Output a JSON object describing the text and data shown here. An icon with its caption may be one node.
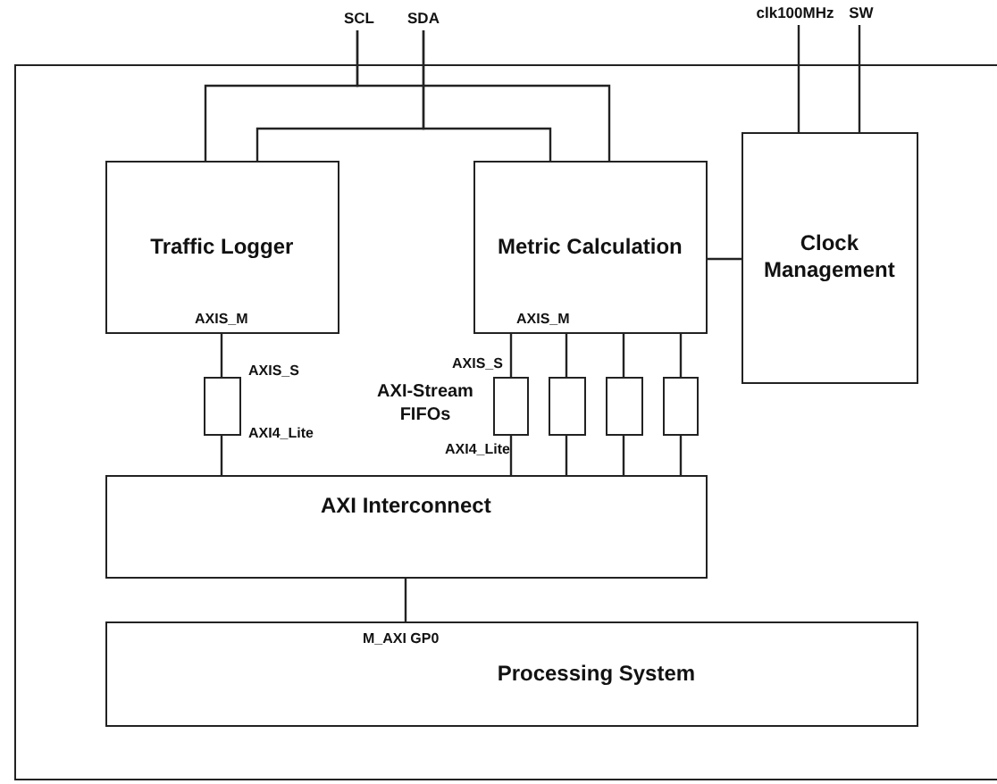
{
  "diagram": {
    "nodes": [
      {
        "text": [],
        "shape": "box"
      },
      {
        "text": [
          "SCL"
        ]
      },
      {
        "text": [
          "SDA"
        ]
      },
      {
        "text": [
          "clk100MHz"
        ]
      },
      {
        "text": [
          "SW"
        ]
      },
      {
        "text": [
          "Traffic Logger"
        ],
        "in": 0
      },
      {
        "text": [
          "Metric Calculation"
        ],
        "in": 0
      },
      {
        "text": [
          "Clock Management"
        ],
        "in": 0
      },
      {
        "text": [],
        "shape": "box",
        "in": 0
      },
      {
        "text": [],
        "shape": "box",
        "in": 0
      },
      {
        "text": [],
        "shape": "box",
        "in": 0
      },
      {
        "text": [],
        "shape": "box",
        "in": 0
      },
      {
        "text": [],
        "shape": "box",
        "in": 0
      },
      {
        "text": [
          "AXI Interconnect"
        ],
        "in": 0
      },
      {
        "text": [
          "Processing System"
        ],
        "in": 0
      }
    ],
    "edges": [
      {
        "from": 1,
        "to": 5,
        "arrow": "none"
      },
      {
        "from": 1,
        "to": 6,
        "arrow": "none"
      },
      {
        "from": 2,
        "to": 5,
        "arrow": "none"
      },
      {
        "from": 2,
        "to": 6,
        "arrow": "none"
      },
      {
        "from": 3,
        "to": 7,
        "arrow": "none"
      },
      {
        "from": 4,
        "to": 7,
        "arrow": "none"
      },
      {
        "from": 6,
        "to": 7,
        "arrow": "none"
      },
      {
        "from": 5,
        "to": 8,
        "arrow": "none"
      },
      {
        "from": 8,
        "to": 13,
        "arrow": "none"
      },
      {
        "from": 6,
        "to": 9,
        "arrow": "none"
      },
      {
        "from": 6,
        "to": 10,
        "arrow": "none"
      },
      {
        "from": 6,
        "to": 11,
        "arrow": "none"
      },
      {
        "from": 6,
        "to": 12,
        "arrow": "none"
      },
      {
        "from": 9,
        "to": 13,
        "arrow": "none"
      },
      {
        "from": 10,
        "to": 13,
        "arrow": "none"
      },
      {
        "from": 11,
        "to": 13,
        "arrow": "none"
      },
      {
        "from": 12,
        "to": 13,
        "arrow": "none"
      },
      {
        "from": 13,
        "to": 14,
        "arrow": "none"
      }
    ],
    "labels": [
      "AXIS_M",
      "AXIS_M",
      "AXIS_S",
      "AXIS_S",
      "AXI-Stream FIFOs",
      "AXI4_Lite",
      "AXI4_Lite",
      "M_AXI GP0"
    ]
  }
}
